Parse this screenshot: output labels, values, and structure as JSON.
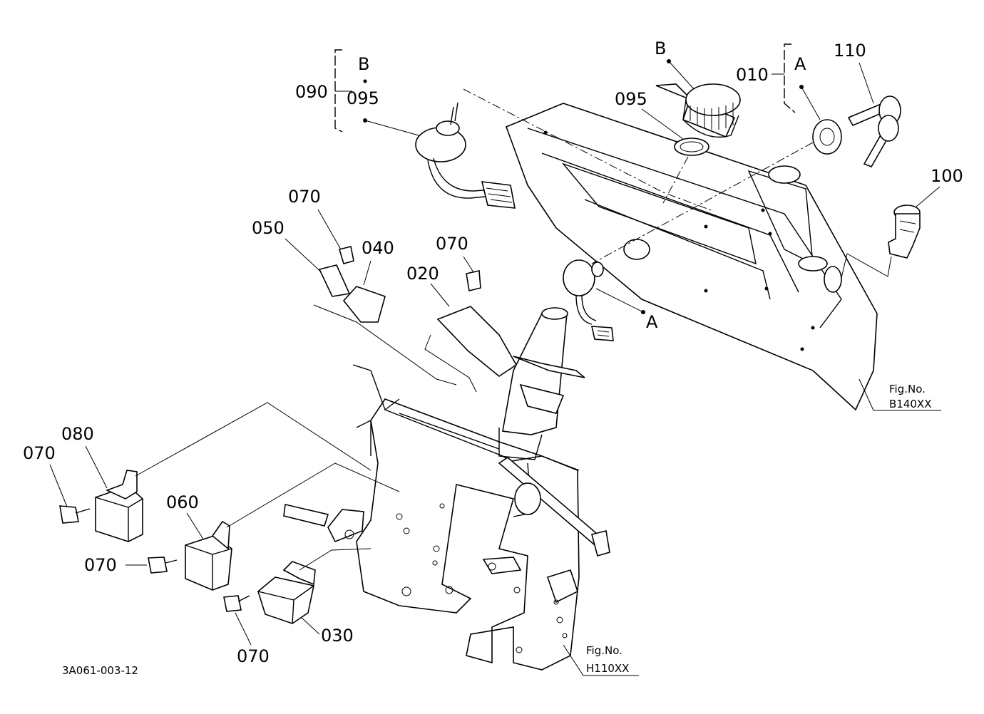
{
  "labels": {
    "p010": "010",
    "p020": "020",
    "p030": "030",
    "p040": "040",
    "p050": "050",
    "p060": "060",
    "p070": "070",
    "p080": "080",
    "p090": "090",
    "p095": "095",
    "p100": "100",
    "p110": "110",
    "callout_a": "A",
    "callout_b": "B"
  },
  "fig_refs": {
    "fig_label": "Fig.No.",
    "upper": "B140XX",
    "lower": "H110XX"
  },
  "drawing_code": "3A061-003-12"
}
